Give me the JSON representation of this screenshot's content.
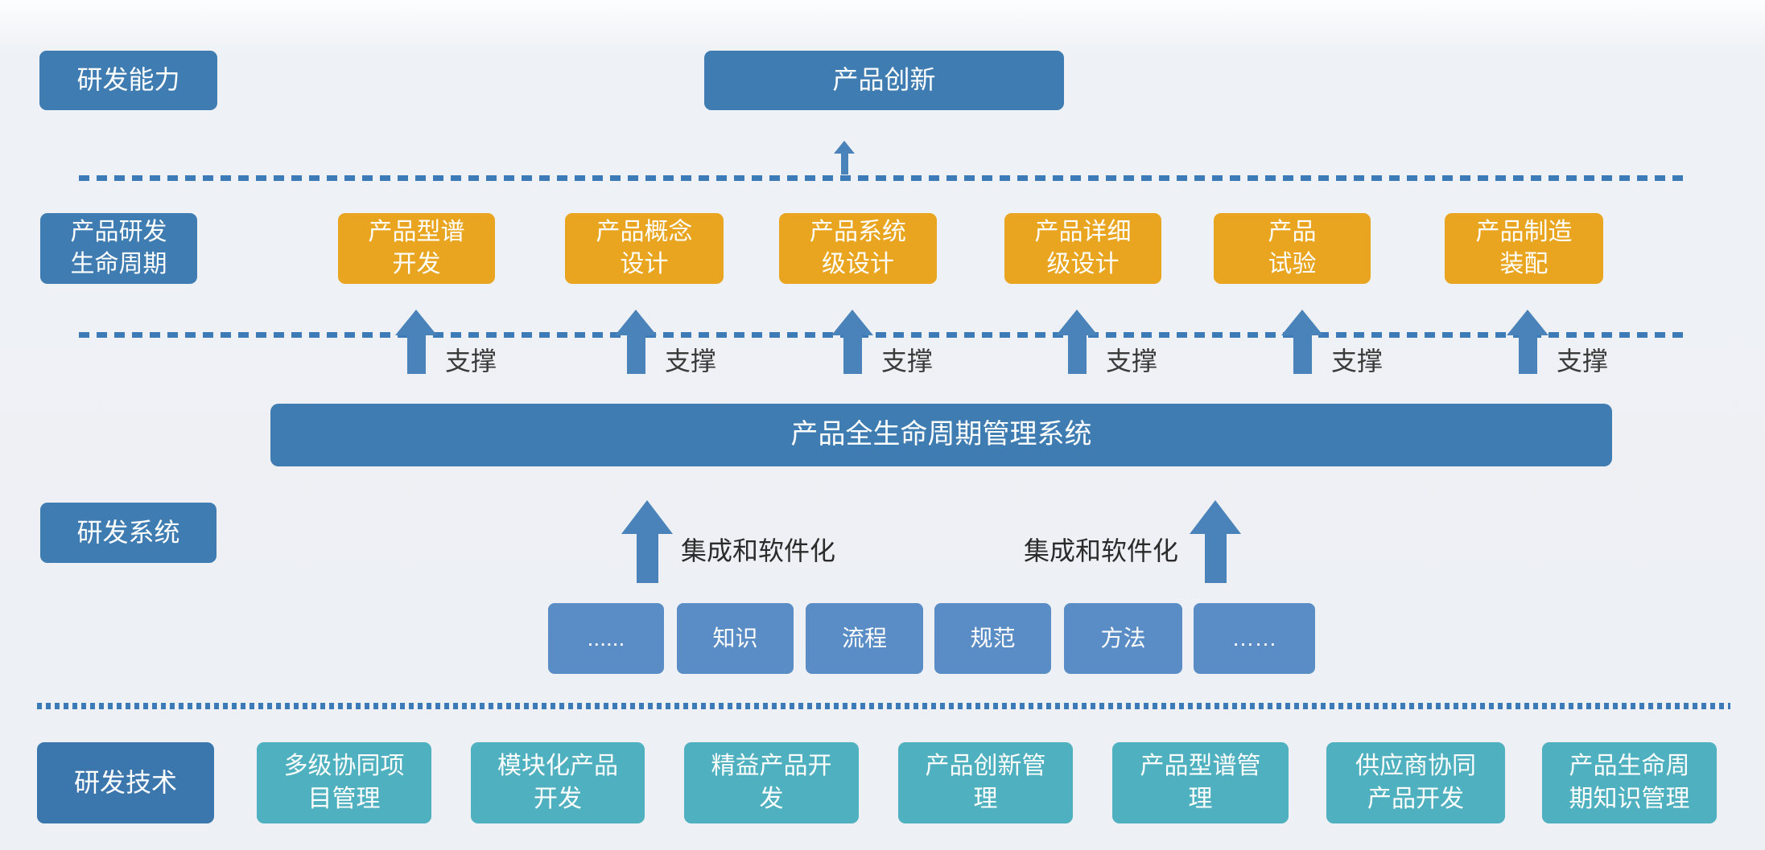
{
  "diagram": {
    "capability": {
      "label": "研发能力"
    },
    "innovation": {
      "label": "产品创新"
    },
    "lifecycle": {
      "label": "产品研发\n生命周期",
      "support_label": "支撑",
      "stages": [
        {
          "label": "产品型谱\n开发"
        },
        {
          "label": "产品概念\n设计"
        },
        {
          "label": "产品系统\n级设计"
        },
        {
          "label": "产品详细\n级设计"
        },
        {
          "label": "产品\n试验"
        },
        {
          "label": "产品制造\n装配"
        }
      ]
    },
    "system": {
      "label": "研发系统",
      "plm_label": "产品全生命周期管理系统",
      "integration_label": "集成和软件化",
      "assets": [
        {
          "label": "......"
        },
        {
          "label": "知识"
        },
        {
          "label": "流程"
        },
        {
          "label": "规范"
        },
        {
          "label": "方法"
        },
        {
          "label": "……"
        }
      ]
    },
    "technology": {
      "label": "研发技术",
      "items": [
        {
          "label": "多级协同项\n目管理"
        },
        {
          "label": "模块化产品\n开发"
        },
        {
          "label": "精益产品开\n发"
        },
        {
          "label": "产品创新管\n理"
        },
        {
          "label": "产品型谱管\n理"
        },
        {
          "label": "供应商协同\n产品开发"
        },
        {
          "label": "产品生命周\n期知识管理"
        }
      ]
    },
    "colors": {
      "primary_blue": "#3e7cb1",
      "orange": "#e9a51f",
      "light_blue": "#5a8dc5",
      "teal": "#4fb0bf",
      "dark_blue": "#3b76ad",
      "line_blue": "#3d7ab8"
    }
  }
}
